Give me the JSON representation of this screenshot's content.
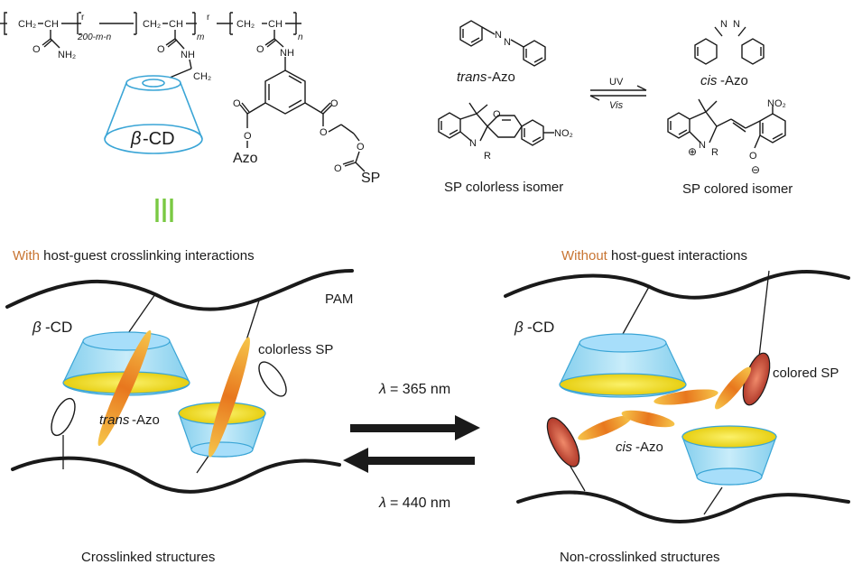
{
  "polymer": {
    "unit1_ch2": "CH₂",
    "unit1_ch": "CH",
    "unit1_o": "O",
    "unit1_nh2": "NH₂",
    "unit1_sub": "200-m-n",
    "r1": "r",
    "unit2_ch2": "CH₂",
    "unit2_ch": "CH",
    "unit2_o": "O",
    "unit2_nh": "NH",
    "unit2_ch2b": "CH₂",
    "unit2_sub": "m",
    "r2": "r",
    "unit3_ch2": "CH₂",
    "unit3_ch": "CH",
    "unit3_nh": "NH",
    "unit3_o": "O",
    "unit3_sub": "n",
    "cd_beta": "β",
    "cd_text": "-CD",
    "azo_o1": "O",
    "azo_o2": "O",
    "azo_label": "Azo",
    "ester_o1": "O",
    "ester_o2": "O",
    "ester_o3": "O",
    "ester_o4": "O",
    "sp_label": "SP"
  },
  "isomers": {
    "trans_italic": "trans",
    "trans_rest": "-Azo",
    "cis_italic": "cis",
    "cis_rest": "-Azo",
    "uv": "UV",
    "vis": "Vis",
    "sp_colorless": "SP colorless isomer",
    "sp_colored": "SP colored isomer",
    "n1": "N",
    "n2": "N",
    "n3": "N",
    "n4": "N",
    "sp_n": "N",
    "sp_r": "R",
    "sp_o": "O",
    "no2_left": "NO₂",
    "no2_right": "NO₂",
    "col_n": "N",
    "col_r": "R",
    "col_plus": "⊕",
    "col_o": "O",
    "col_minus": "⊖"
  },
  "left_panel": {
    "title_highlight": "With",
    "title_rest": " host-guest crosslinking interactions",
    "pam": "PAM",
    "cd_beta": "β",
    "cd_text": "-CD",
    "colorless_sp": "colorless SP",
    "trans_italic": "trans",
    "trans_rest": "-Azo",
    "caption": "Crosslinked structures"
  },
  "middle": {
    "lambda_top_sym": "λ",
    "lambda_top": " = 365 nm",
    "lambda_bottom_sym": "λ",
    "lambda_bottom": " = 440 nm"
  },
  "right_panel": {
    "title_highlight": "Without",
    "title_rest": " host-guest interactions",
    "cd_beta": "β",
    "cd_text": "-CD",
    "colored_sp": "colored SP",
    "cis_italic": "cis",
    "cis_rest": "-Azo",
    "caption": "Non-crosslinked structures"
  },
  "colors": {
    "highlight": "#c87533",
    "cd_fill": "#8fd3ef",
    "cd_stroke": "#4aa6cf",
    "cd_yellow": "#f2e21a",
    "azo_orange": "#e8771e",
    "sp_red": "#c0392b",
    "separator_green": "#7ac943"
  }
}
